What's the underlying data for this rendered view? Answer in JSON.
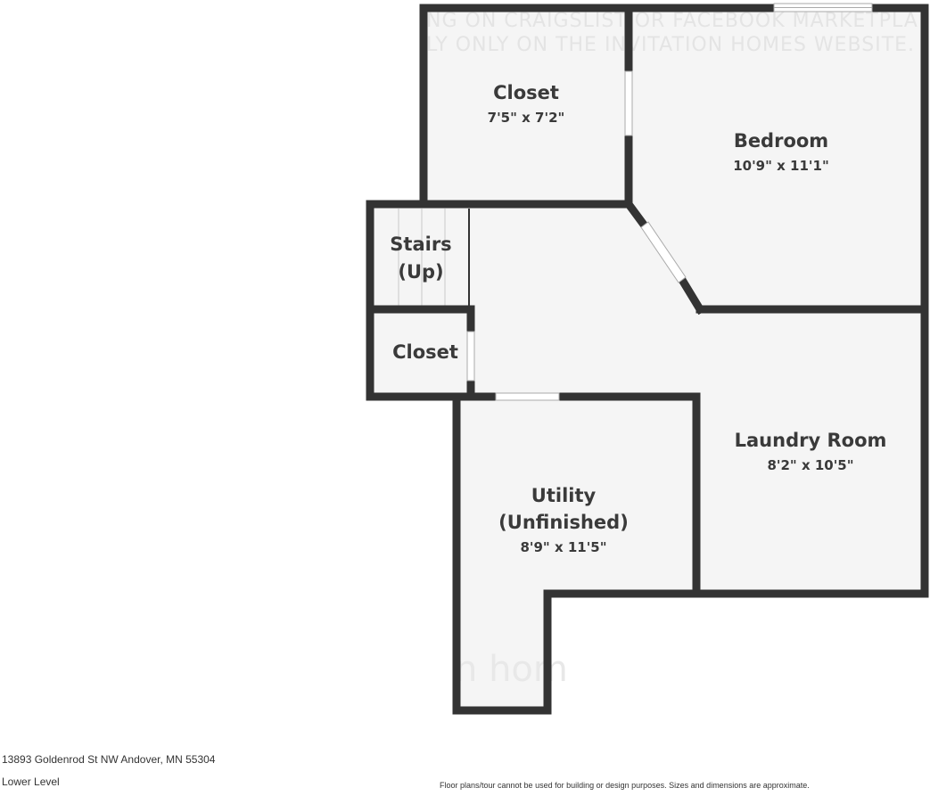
{
  "rooms": {
    "closet_top": {
      "name": "Closet",
      "dims": "7'5\" x 7'2\""
    },
    "bedroom": {
      "name": "Bedroom",
      "dims": "10'9\" x 11'1\""
    },
    "stairs": {
      "name_line1": "Stairs",
      "name_line2": "(Up)"
    },
    "closet_small": {
      "name": "Closet"
    },
    "laundry": {
      "name": "Laundry Room",
      "dims": "8'2\" x 10'5\""
    },
    "utility": {
      "name_line1": "Utility",
      "name_line2": "(Unfinished)",
      "dims": "8'9\" x 11'5\""
    }
  },
  "watermark": {
    "line1": "NG ON CRAIGSLIST OR FACEBOOK MARKETPLA",
    "line2": "LY ONLY ON THE INVITATION HOMES WEBSITE.",
    "logo": "n hom"
  },
  "footer": {
    "address": "13893 Goldenrod St NW Andover, MN 55304",
    "level": "Lower Level",
    "disclaimer": "Floor plans/tour cannot be used for building or design purposes. Sizes and dimensions are approximate."
  },
  "colors": {
    "wall": "#333333",
    "floor": "#f5f5f5",
    "opening": "#ffffff",
    "text": "#3a3a3a"
  }
}
